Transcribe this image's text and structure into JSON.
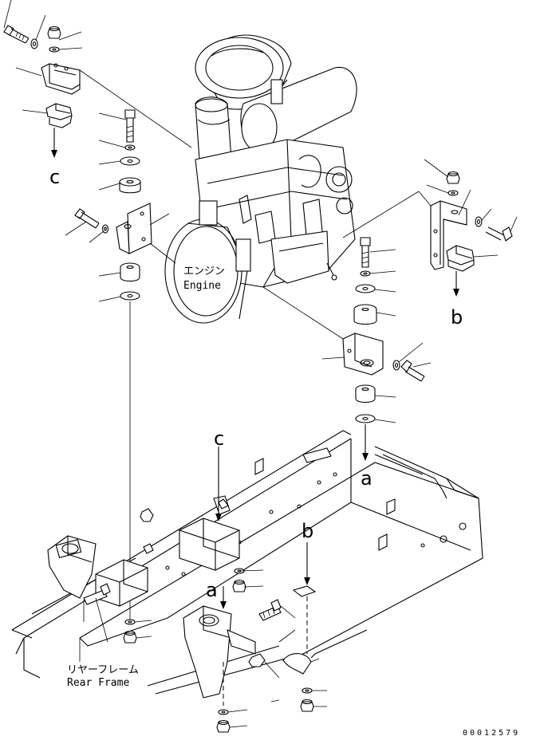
{
  "labels": {
    "engine_jp": "エンジン",
    "engine_en": "Engine",
    "rear_frame_jp": "リヤーフレーム",
    "rear_frame_en": "Rear Frame",
    "ref_a": "a",
    "ref_b": "b",
    "ref_c": "c",
    "drawing_number": "00012579"
  }
}
